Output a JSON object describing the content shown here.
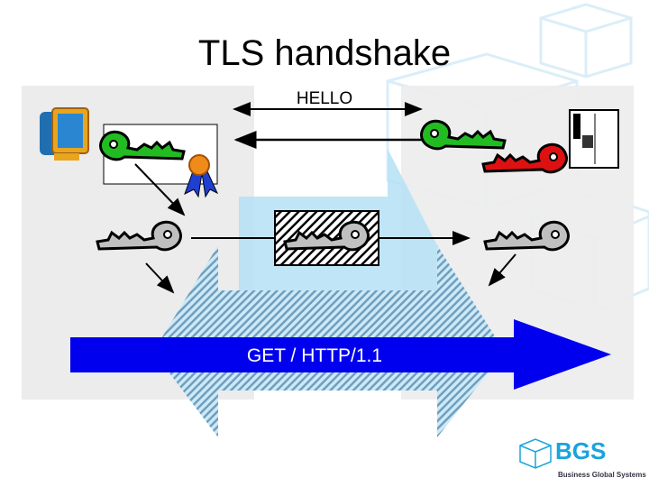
{
  "slide": {
    "title": "TLS handshake",
    "hello_label": "HELLO",
    "request_label": "GET / HTTP/1.1"
  },
  "logo": {
    "brand": "BGS",
    "tagline": "Business Global Systems"
  },
  "colors": {
    "panel": "#ececec",
    "tunnel": "#a8d8f0",
    "arrow": "#0000ee",
    "public_key": "#22bb22",
    "private_key": "#dd1111",
    "session_key": "#c0c0c0",
    "logo": "#1aa3dd"
  }
}
